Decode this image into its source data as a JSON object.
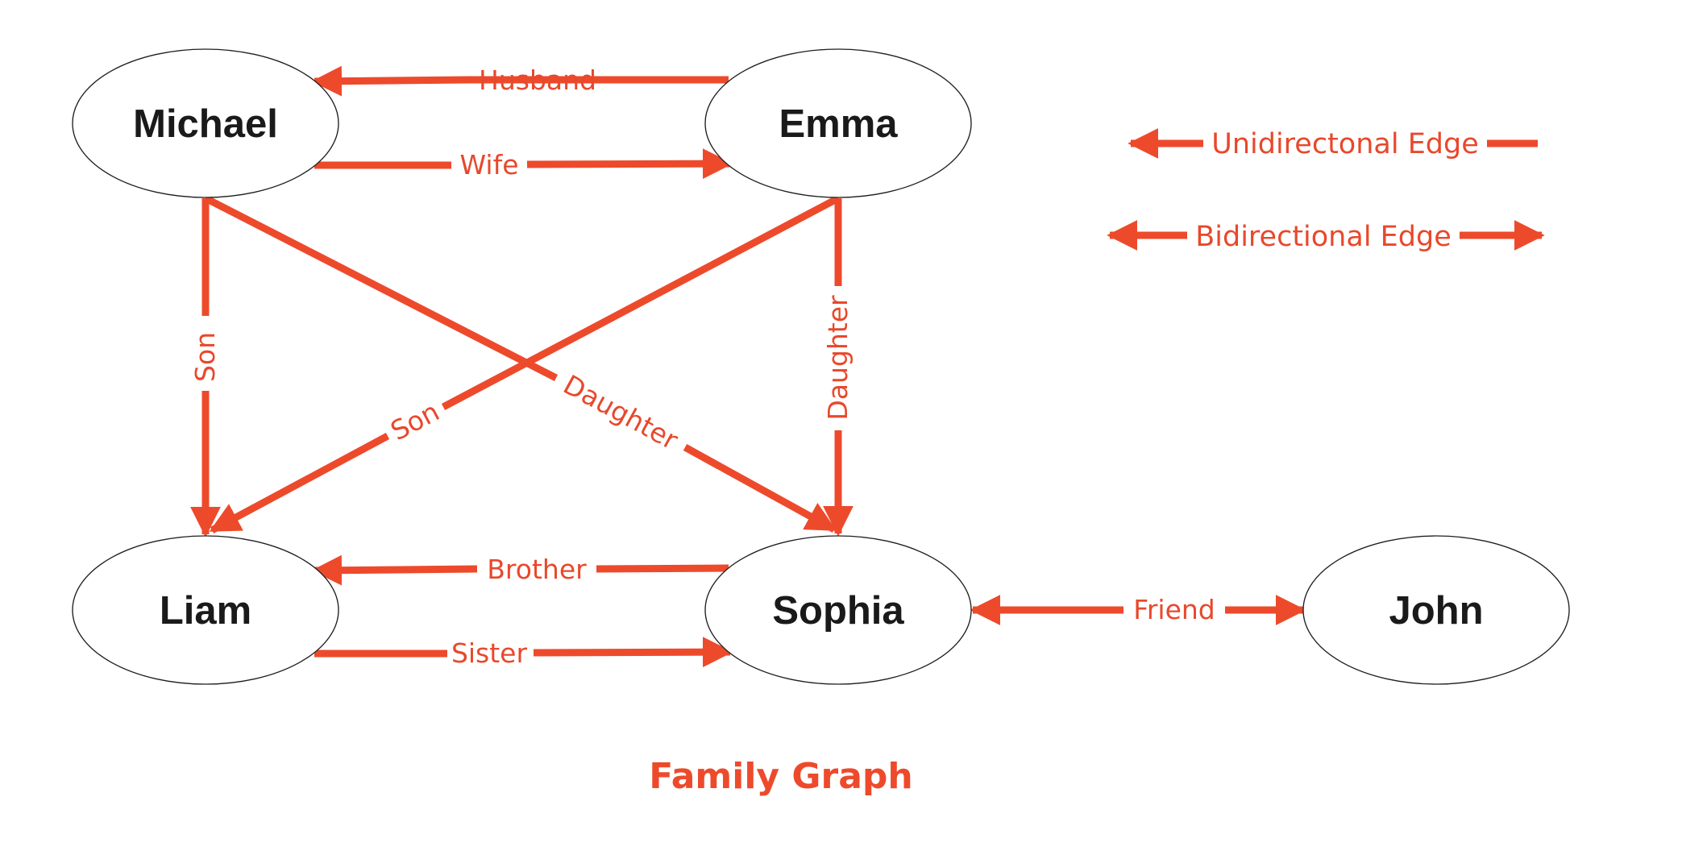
{
  "diagram": {
    "title": "Family Graph",
    "accent_color": "#ed4a2c",
    "nodes": {
      "michael": "Michael",
      "emma": "Emma",
      "liam": "Liam",
      "sophia": "Sophia",
      "john": "John"
    },
    "edges": [
      {
        "from": "Emma",
        "to": "Michael",
        "label": "Husband",
        "direction": "unidirectional"
      },
      {
        "from": "Michael",
        "to": "Emma",
        "label": "Wife",
        "direction": "unidirectional"
      },
      {
        "from": "Michael",
        "to": "Liam",
        "label": "Son",
        "direction": "unidirectional"
      },
      {
        "from": "Emma",
        "to": "Liam",
        "label": "Son",
        "direction": "unidirectional"
      },
      {
        "from": "Michael",
        "to": "Sophia",
        "label": "Daughter",
        "direction": "unidirectional"
      },
      {
        "from": "Emma",
        "to": "Sophia",
        "label": "Daughter",
        "direction": "unidirectional"
      },
      {
        "from": "Sophia",
        "to": "Liam",
        "label": "Brother",
        "direction": "unidirectional"
      },
      {
        "from": "Liam",
        "to": "Sophia",
        "label": "Sister",
        "direction": "unidirectional"
      },
      {
        "from": "Sophia",
        "to": "John",
        "label": "Friend",
        "direction": "bidirectional"
      }
    ],
    "legend": {
      "unidirectional": "Unidirectonal Edge",
      "bidirectional": "Bidirectional Edge"
    }
  }
}
